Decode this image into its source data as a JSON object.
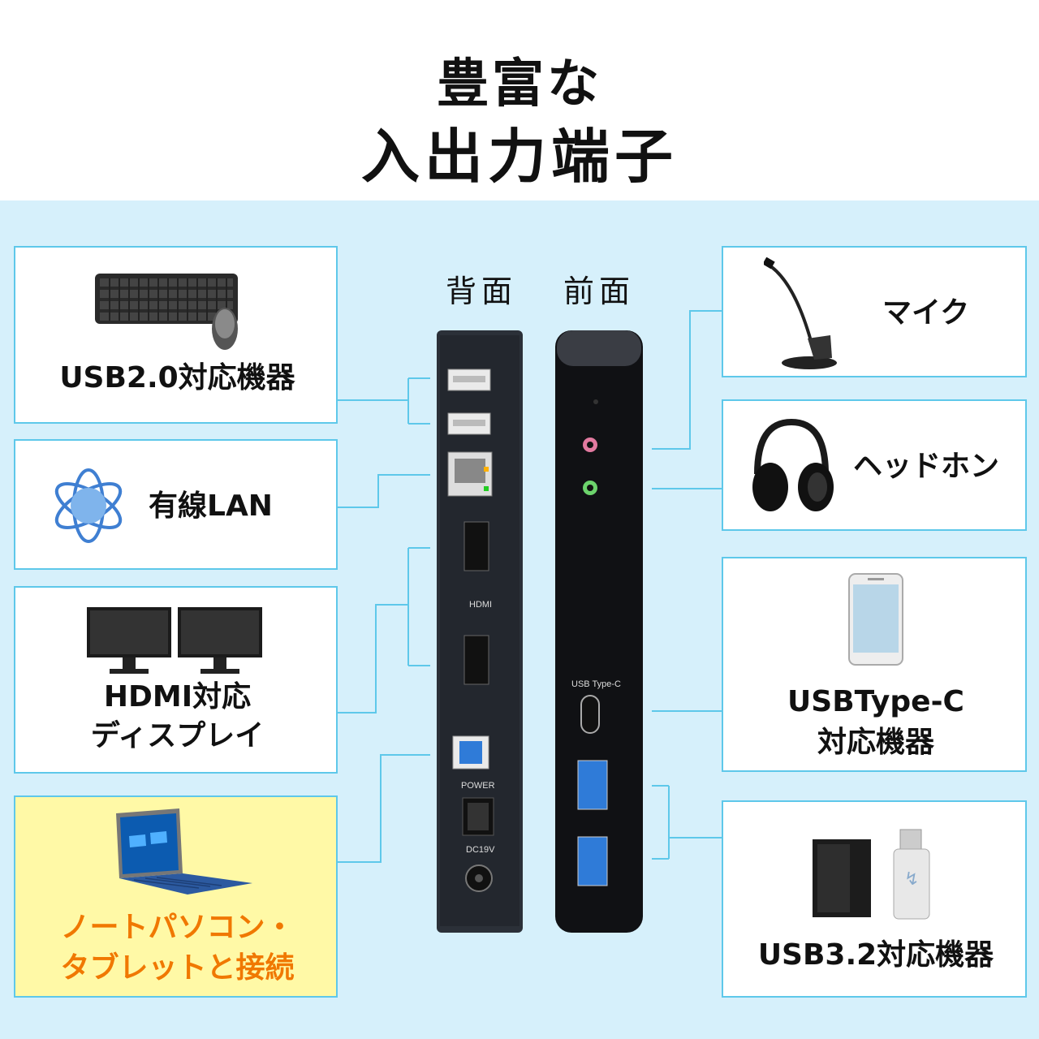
{
  "title": {
    "line1": "豊富な",
    "line2": "入出力端子"
  },
  "views": {
    "back": "背面",
    "front": "前面"
  },
  "left": [
    {
      "label": "USB2.0対応機器",
      "icon": "keyboard-mouse-icon"
    },
    {
      "label": "有線LAN",
      "icon": "network-globe-icon"
    },
    {
      "label_line1": "HDMI対応",
      "label_line2": "ディスプレイ",
      "icon": "dual-monitor-icon"
    },
    {
      "label_line1": "ノートパソコン・",
      "label_line2": "タブレットと接続",
      "icon": "laptop-tablet-icon"
    }
  ],
  "right": [
    {
      "label": "マイク",
      "icon": "microphone-icon"
    },
    {
      "label": "ヘッドホン",
      "icon": "headphones-icon"
    },
    {
      "label_line1": "USBType-C",
      "label_line2": "対応機器",
      "icon": "smartphone-icon"
    },
    {
      "label": "USB3.2対応機器",
      "icon": "hdd-usb-stick-icon"
    }
  ],
  "device": {
    "hdmi": "HDMI",
    "power": "POWER",
    "dc": "DC19V",
    "usbc": "USB Type-C"
  },
  "colors": {
    "panel": "#d6f0fb",
    "border": "#5ec8ea",
    "highlight": "#fff9a6",
    "accent": "#f07800"
  }
}
